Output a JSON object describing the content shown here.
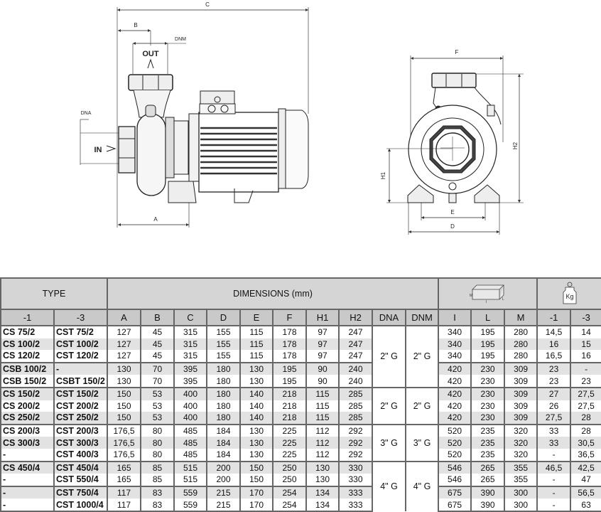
{
  "drawing": {
    "labels": {
      "C": "C",
      "B": "B",
      "DNM": "DNM",
      "OUT": "OUT",
      "DNA": "DNA",
      "IN": "IN",
      "A": "A",
      "F": "F",
      "H2": "H2",
      "H1": "H1",
      "E": "E",
      "D": "D"
    },
    "pack_icon_labels": {
      "M": "M",
      "I": "I",
      "L": "L"
    },
    "weight_icon_label": "Kg"
  },
  "table": {
    "type_header": "TYPE",
    "dimensions_header": "DIMENSIONS (mm)",
    "columns": [
      "-1",
      "-3",
      "A",
      "B",
      "C",
      "D",
      "E",
      "F",
      "H1",
      "H2",
      "DNA",
      "DNM",
      "I",
      "L",
      "M",
      "-1",
      "-3"
    ],
    "group_starts": [
      3,
      5,
      8,
      11,
      13
    ],
    "connection_groups": [
      {
        "start": 0,
        "span": 5,
        "dna": "2\" G",
        "dnm": "2\" G"
      },
      {
        "start": 5,
        "span": 3,
        "dna": "2\" G",
        "dnm": "2\" G"
      },
      {
        "start": 8,
        "span": 3,
        "dna": "3\" G",
        "dnm": "3\" G"
      },
      {
        "start": 11,
        "span": 4,
        "dna": "4\" G",
        "dnm": "4\" G"
      }
    ],
    "rows": [
      [
        "CS 75/2",
        "CST 75/2",
        "127",
        "45",
        "315",
        "155",
        "115",
        "178",
        "97",
        "247",
        "340",
        "195",
        "280",
        "14,5",
        "14"
      ],
      [
        "CS 100/2",
        "CST 100/2",
        "127",
        "45",
        "315",
        "155",
        "115",
        "178",
        "97",
        "247",
        "340",
        "195",
        "280",
        "16",
        "15"
      ],
      [
        "CS 120/2",
        "CST 120/2",
        "127",
        "45",
        "315",
        "155",
        "115",
        "178",
        "97",
        "247",
        "340",
        "195",
        "280",
        "16,5",
        "16"
      ],
      [
        "CSB 100/2",
        "-",
        "130",
        "70",
        "395",
        "180",
        "130",
        "195",
        "90",
        "240",
        "420",
        "230",
        "309",
        "23",
        "-"
      ],
      [
        "CSB 150/2",
        "CSBT 150/2",
        "130",
        "70",
        "395",
        "180",
        "130",
        "195",
        "90",
        "240",
        "420",
        "230",
        "309",
        "23",
        "23"
      ],
      [
        "CS 150/2",
        "CST 150/2",
        "150",
        "53",
        "400",
        "180",
        "140",
        "218",
        "115",
        "285",
        "420",
        "230",
        "309",
        "27",
        "27,5"
      ],
      [
        "CS 200/2",
        "CST 200/2",
        "150",
        "53",
        "400",
        "180",
        "140",
        "218",
        "115",
        "285",
        "420",
        "230",
        "309",
        "26",
        "27,5"
      ],
      [
        "CS 250/2",
        "CST 250/2",
        "150",
        "53",
        "400",
        "180",
        "140",
        "218",
        "115",
        "285",
        "420",
        "230",
        "309",
        "27,5",
        "28"
      ],
      [
        "CS 200/3",
        "CST 200/3",
        "176,5",
        "80",
        "485",
        "184",
        "130",
        "225",
        "112",
        "292",
        "520",
        "235",
        "320",
        "33",
        "28"
      ],
      [
        "CS 300/3",
        "CST 300/3",
        "176,5",
        "80",
        "485",
        "184",
        "130",
        "225",
        "112",
        "292",
        "520",
        "235",
        "320",
        "33",
        "30,5"
      ],
      [
        "-",
        "CST 400/3",
        "176,5",
        "80",
        "485",
        "184",
        "130",
        "225",
        "112",
        "292",
        "520",
        "235",
        "320",
        "-",
        "36,5"
      ],
      [
        "CS 450/4",
        "CST 450/4",
        "165",
        "85",
        "515",
        "200",
        "150",
        "250",
        "130",
        "330",
        "546",
        "265",
        "355",
        "46,5",
        "42,5"
      ],
      [
        "-",
        "CST 550/4",
        "165",
        "85",
        "515",
        "200",
        "150",
        "250",
        "130",
        "330",
        "546",
        "265",
        "355",
        "-",
        "47"
      ],
      [
        "-",
        "CST 750/4",
        "117",
        "83",
        "559",
        "215",
        "170",
        "254",
        "134",
        "333",
        "675",
        "390",
        "300",
        "-",
        "56,5"
      ],
      [
        "-",
        "CST 1000/4",
        "117",
        "83",
        "559",
        "215",
        "170",
        "254",
        "134",
        "333",
        "675",
        "390",
        "300",
        "-",
        "63"
      ]
    ]
  }
}
